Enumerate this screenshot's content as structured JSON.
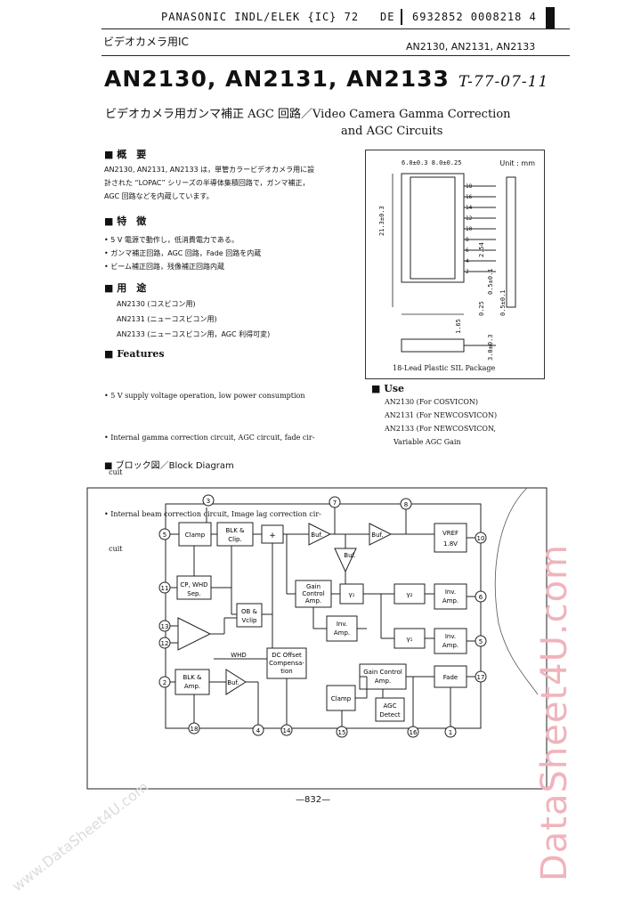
{
  "header": {
    "company": "PANASONIC INDL/ELEK {IC} 72",
    "code": "DE",
    "doc_number": "6932852 0008218 4"
  },
  "category": "ビデオカメラ用IC",
  "part_numbers_top": "AN2130, AN2131, AN2133",
  "title": "AN2130, AN2131, AN2133",
  "handwritten_ref": "T-77-07-11",
  "subtitle_line1": "ビデオカメラ用ガンマ補正 AGC 回路／Video Camera Gamma Correction",
  "subtitle_line2": "and AGC Circuits",
  "overview": {
    "heading": "■ 概　要",
    "lines": [
      "AN2130, AN2131, AN2133 は，単管カラービデオカメラ用に設",
      "計された “LOPAC” シリーズの半導体集積回路で，ガンマ補正，",
      "AGC 回路などを内蔵しています。"
    ]
  },
  "features_jp": {
    "heading": "■ 特　徴",
    "items": [
      "• 5 V 電源で動作し，低消費電力である。",
      "• ガンマ補正回路，AGC 回路，Fade 回路を内蔵",
      "• ビーム補正回路，残像補正回路内蔵"
    ]
  },
  "use_jp": {
    "heading": "■ 用　途",
    "items": [
      "AN2130 (コスビコン用)",
      "AN2131 (ニューコスビコン用)",
      "AN2133 (ニューコスビコン用，AGC 利得可変)"
    ]
  },
  "features_en": {
    "heading": "■ Features",
    "items": [
      "• 5 V supply voltage operation, low power consumption",
      "• Internal gamma correction circuit, AGC circuit, fade cir-",
      "  cuit",
      "• Internal beam correction circuit, Image lag correction cir-",
      "  cuit"
    ]
  },
  "use_en": {
    "heading": "■ Use",
    "items": [
      "AN2130 (For COSVICON)",
      "AN2131 (For NEWCOSVICON)",
      "AN2133 (For NEWCOSVICON,",
      "Variable AGC Gain"
    ]
  },
  "package": {
    "unit": "Unit : mm",
    "dims_top": "6.0±0.3  8.0±0.25",
    "dim_height": "21.3±0.3",
    "dim_pitch": "2.54",
    "dim_a": "0.5±0.1",
    "dim_b": "0.25",
    "dim_c": "3.0±0.3",
    "dim_d": "1.65",
    "dim_e": "0.5±0.1",
    "pin_labels": [
      "18",
      "16",
      "14",
      "12",
      "10",
      "8",
      "6",
      "4",
      "2"
    ],
    "caption": "18-Lead Plastic SIL Package"
  },
  "block_diagram": {
    "heading": "■ ブロック図／Block Diagram",
    "blocks": {
      "clamp1": "Clamp",
      "blk_clip1": "BLK &",
      "blk_clip2": "Clip.",
      "plus": "+",
      "buf1": "Buf.",
      "buf2": "Buf.",
      "buf3": "Buf.",
      "buf4": "Buf.",
      "vref1": "VREF",
      "vref2": "1.8V",
      "cp_whd1": "CP, WHD",
      "cp_whd2": "Sep.",
      "gain_ctrl1": "Gain",
      "gain_ctrl2": "Control",
      "gain_ctrl3": "Amp.",
      "gamma1": "γ₁",
      "gamma2": "γ₂",
      "gamma3": "γ₁",
      "inv1a": "Inv.",
      "inv1b": "Amp.",
      "inv2a": "Inv.",
      "inv2b": "Amp.",
      "inv3a": "Inv.",
      "inv3b": "Amp.",
      "ob_vclip1": "OB &",
      "ob_vclip2": "Vclip",
      "whd": "WHD",
      "dc_offset1": "DC Offset",
      "dc_offset2": "Compensa-",
      "dc_offset3": "tion",
      "blk_amp1": "BLK &",
      "blk_amp2": "Amp.",
      "gain_ctrl_b1": "Gain Control",
      "gain_ctrl_b2": "Amp.",
      "fade": "Fade",
      "clamp2": "Clamp",
      "agc1": "AGC",
      "agc2": "Detect"
    },
    "pins": {
      "p3": "3",
      "p7": "7",
      "p8": "8",
      "p5l": "5",
      "p10": "10",
      "p11": "11",
      "p13": "13",
      "p12": "12",
      "p6": "6",
      "p5r": "5",
      "p2": "2",
      "p17": "17",
      "p18": "18",
      "p4": "4",
      "p14": "14",
      "p15": "15",
      "p16": "16",
      "p1": "1"
    }
  },
  "page_number": "—832—",
  "watermark": "www.DataSheet4U.com",
  "watermark_side": "DataSheet4U.com"
}
